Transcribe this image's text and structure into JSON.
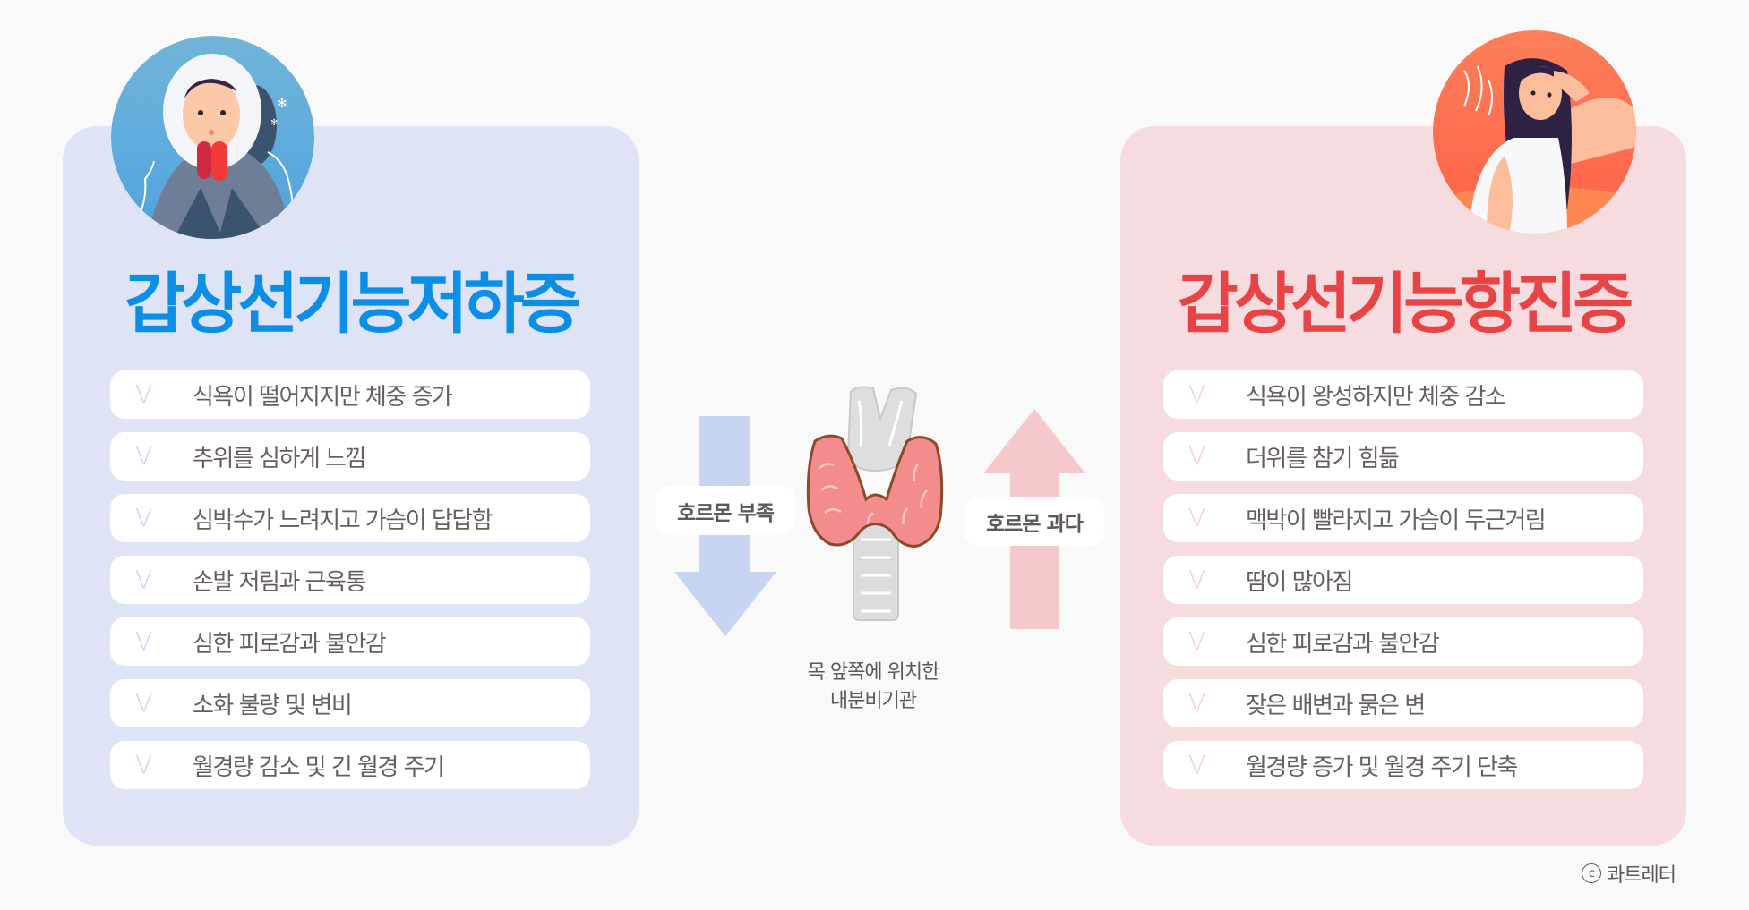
{
  "hypothyroidism": {
    "title": "갑상선기능저하증",
    "accent_color": "#0b8fe6",
    "card_color": "#dee3f6",
    "illustration": "cold-person-icon",
    "check_icon": "check-icon",
    "symptoms": [
      "식욕이 떨어지지만 체중 증가",
      "추위를 심하게 느낌",
      "심박수가 느려지고 가슴이 답답함",
      "손발 저림과 근육통",
      "심한 피로감과 불안감",
      "소화 불량 및 변비",
      "월경량 감소 및 긴 월경 주기"
    ]
  },
  "hyperthyroidism": {
    "title": "갑상선기능항진증",
    "accent_color": "#e84446",
    "card_color": "#f7dcdf",
    "illustration": "hot-person-icon",
    "check_icon": "check-icon",
    "symptoms": [
      "식욕이 왕성하지만 체중 감소",
      "더위를 참기 힘듦",
      "맥박이 빨라지고 가슴이 두근거림",
      "땀이 많아짐",
      "심한 피로감과 불안감",
      "잦은 배변과 묽은 변",
      "월경량 증가 및 월경 주기 단축"
    ]
  },
  "center": {
    "low_label": "호르몬 부족",
    "low_arrow": "arrow-down-icon",
    "high_label": "호르몬 과다",
    "high_arrow": "arrow-up-icon",
    "organ_icon": "thyroid-icon",
    "caption_line1": "목 앞쪽에 위치한",
    "caption_line2": "내분비기관"
  },
  "check_glyph": "V",
  "footer": {
    "copyright_symbol": "c",
    "brand": "콰트레터"
  }
}
